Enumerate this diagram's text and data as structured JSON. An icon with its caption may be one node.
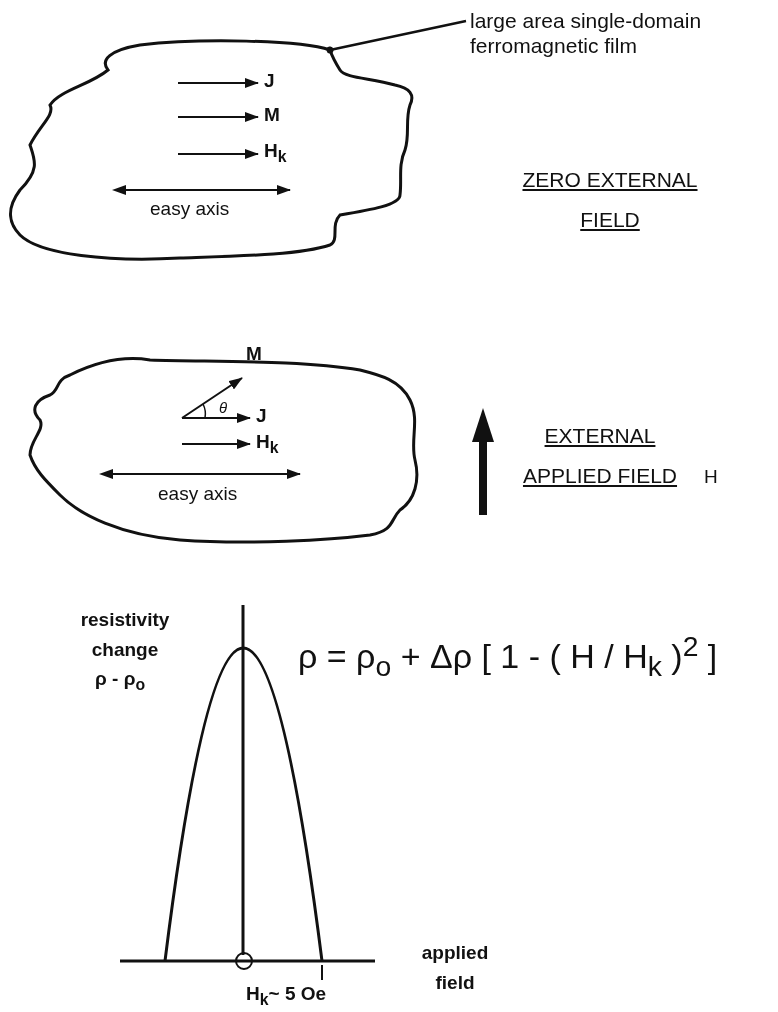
{
  "diagram": {
    "nodes": [
      {
        "text": [
          "large area single-domain ferromagnetic film"
        ]
      },
      {
        "text": [],
        "shape": "picture"
      }
    ],
    "edges": [
      {
        "from": 0,
        "to": 1,
        "arrow": "other"
      }
    ],
    "labels": [
      "J",
      "M",
      "H$_{k}$",
      "easy axis",
      "ZERO EXTERNAL FIELD",
      "M",
      "θ",
      "J",
      "H$_{k}$",
      "easy axis",
      "EXTERNAL APPLIED FIELD",
      "H",
      "resistivity change",
      "ρ - ρ$_{o}$",
      "ρ = ρ$_{o}$ + Δρ [ 1 - ( H / H$_{k}$ )$^{2}$ ]",
      "applied field",
      "H$_{k}$~ 5 Oe"
    ]
  }
}
